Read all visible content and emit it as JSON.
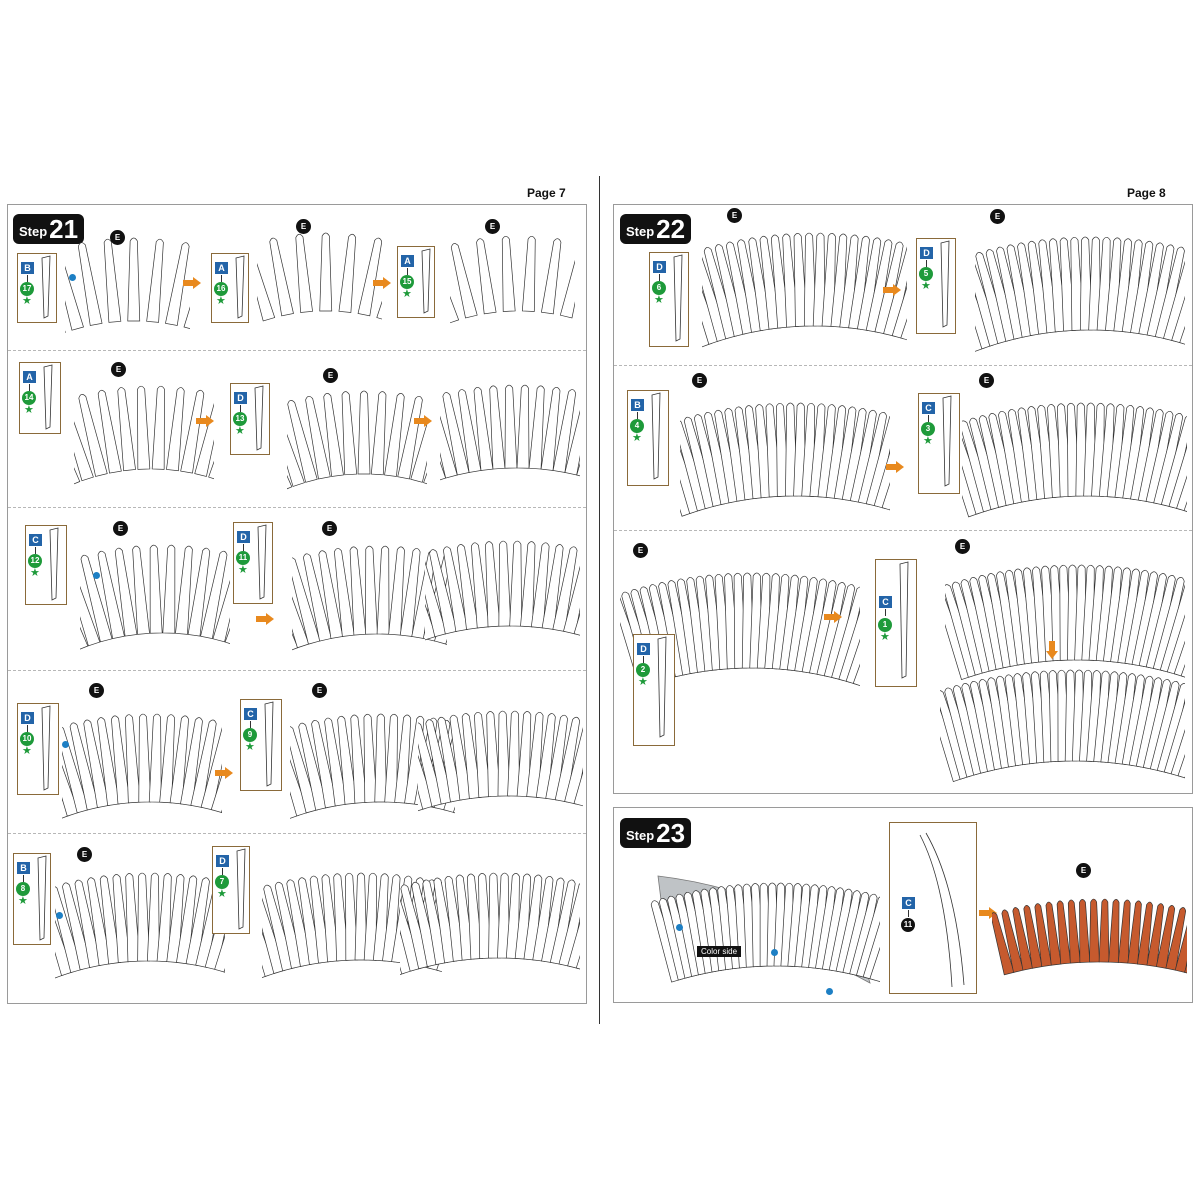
{
  "pages": {
    "left": {
      "label": "Page 7"
    },
    "right": {
      "label": "Page 8"
    }
  },
  "steps": {
    "s21": {
      "word": "Step",
      "num": "21"
    },
    "s22": {
      "word": "Step",
      "num": "22"
    },
    "s23": {
      "word": "Step",
      "num": "23"
    }
  },
  "part_e": "E",
  "callouts": {
    "c17": {
      "letter": "B",
      "number": "17"
    },
    "c16": {
      "letter": "A",
      "number": "16"
    },
    "c15": {
      "letter": "A",
      "number": "15"
    },
    "c14": {
      "letter": "A",
      "number": "14"
    },
    "c13": {
      "letter": "D",
      "number": "13"
    },
    "c12": {
      "letter": "C",
      "number": "12"
    },
    "c11": {
      "letter": "D",
      "number": "11"
    },
    "c10": {
      "letter": "D",
      "number": "10"
    },
    "c9": {
      "letter": "C",
      "number": "9"
    },
    "c8": {
      "letter": "B",
      "number": "8"
    },
    "c7": {
      "letter": "D",
      "number": "7"
    },
    "c6": {
      "letter": "D",
      "number": "6"
    },
    "c5": {
      "letter": "D",
      "number": "5"
    },
    "c4": {
      "letter": "B",
      "number": "4"
    },
    "c3": {
      "letter": "C",
      "number": "3"
    },
    "c2": {
      "letter": "D",
      "number": "2"
    },
    "c1": {
      "letter": "C",
      "number": "1"
    },
    "s23c": {
      "letter": "C",
      "number": "11"
    }
  },
  "color_side_label": "Color side",
  "colors": {
    "arrow": "#e8891e",
    "blue_badge": "#2364a8",
    "green_badge": "#1e9a3a",
    "feather_fill": "#c65a2e",
    "grey_strip": "#bfc3c6",
    "dot": "#1d7fc4"
  }
}
